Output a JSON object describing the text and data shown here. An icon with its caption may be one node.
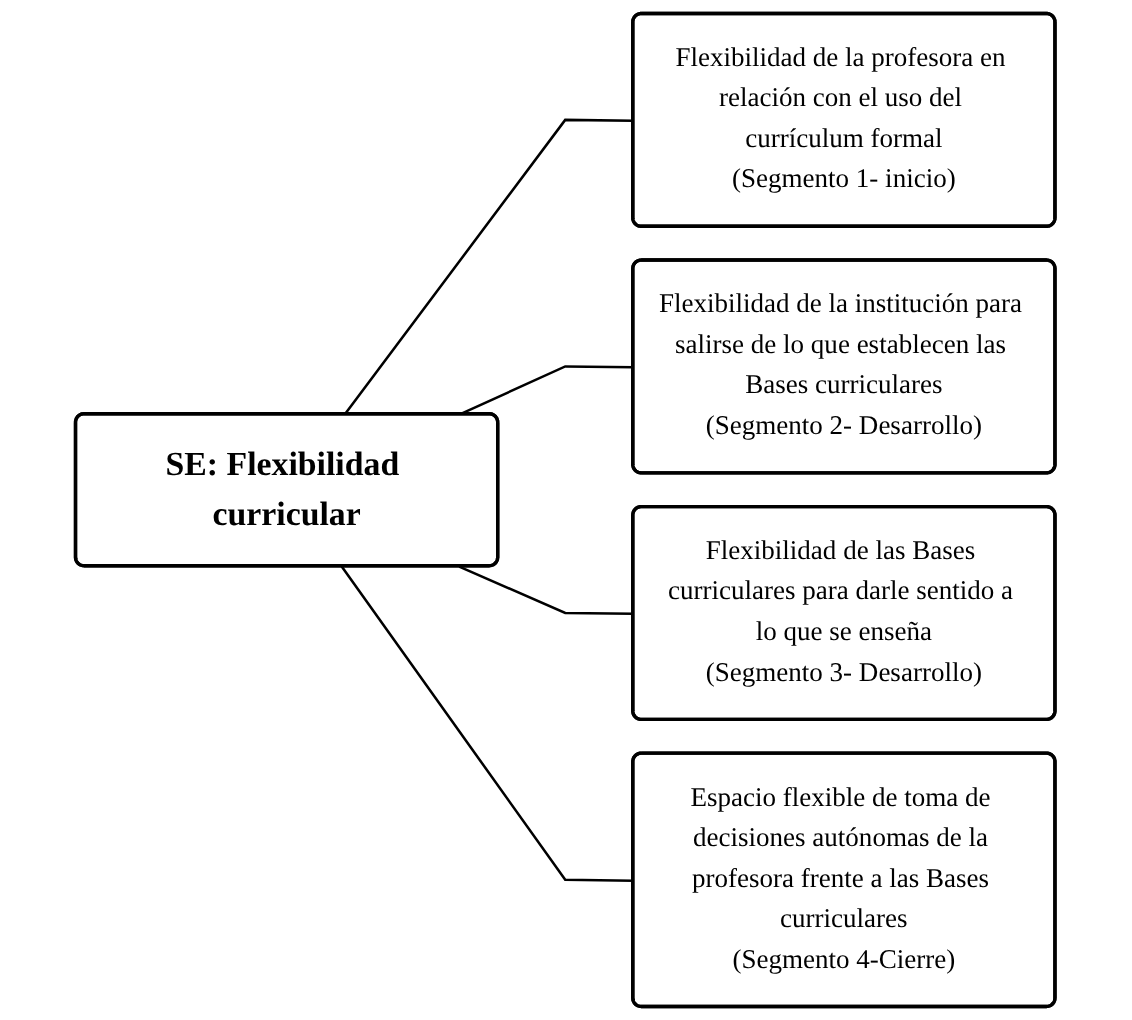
{
  "diagram": {
    "nodes": [
      {
        "text": [
          "SE: Flexibilidad curricular"
        ]
      },
      {
        "text": [
          "Flexibilidad de la profesora en relación con el uso del currículum formal",
          "(Segmento 1- inicio)"
        ]
      },
      {
        "text": [
          "Flexibilidad de la institución para salirse de lo que establecen las Bases curriculares",
          "(Segmento 2- Desarrollo)"
        ]
      },
      {
        "text": [
          "Flexibilidad de las Bases curriculares para darle sentido a lo que se enseña",
          "(Segmento 3- Desarrollo)"
        ]
      },
      {
        "text": [
          "Espacio flexible de toma de decisiones autónomas de la profesora frente a las Bases curriculares",
          "(Segmento 4-Cierre)"
        ]
      }
    ],
    "edges": [
      {
        "from": 0,
        "to": 1,
        "arrow": "none"
      },
      {
        "from": 0,
        "to": 2,
        "arrow": "none"
      },
      {
        "from": 0,
        "to": 3,
        "arrow": "none"
      },
      {
        "from": 0,
        "to": 4,
        "arrow": "none"
      }
    ]
  }
}
